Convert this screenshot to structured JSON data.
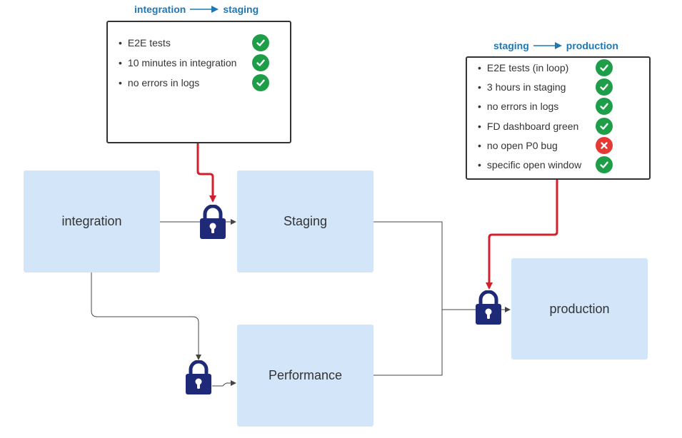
{
  "stages": {
    "integration": "integration",
    "staging": "Staging",
    "performance": "Performance",
    "production": "production"
  },
  "gate_integration_to_staging": {
    "from": "integration",
    "to": "staging",
    "checks": [
      {
        "label": "E2E tests",
        "status": "pass"
      },
      {
        "label": "10 minutes in integration",
        "status": "pass"
      },
      {
        "label": "no errors in logs",
        "status": "pass"
      }
    ]
  },
  "gate_staging_to_production": {
    "from": "staging",
    "to": "production",
    "checks": [
      {
        "label": "E2E tests (in loop)",
        "status": "pass"
      },
      {
        "label": "3 hours in staging",
        "status": "pass"
      },
      {
        "label": "no errors in logs",
        "status": "pass"
      },
      {
        "label": "FD dashboard green",
        "status": "pass"
      },
      {
        "label": "no open P0 bug",
        "status": "fail"
      },
      {
        "label": "specific open window",
        "status": "pass"
      }
    ]
  },
  "colors": {
    "stage_fill": "#d3e5f9",
    "gate_title": "#1f78b4",
    "gate_link": "#d0202e",
    "lock": "#1e2a78",
    "pass": "#1e9e48",
    "fail": "#e53935",
    "wire": "#444444"
  },
  "icons": {
    "lock": "padlock-icon",
    "pass": "check-circle-icon",
    "fail": "x-circle-icon",
    "bullet": "•"
  }
}
